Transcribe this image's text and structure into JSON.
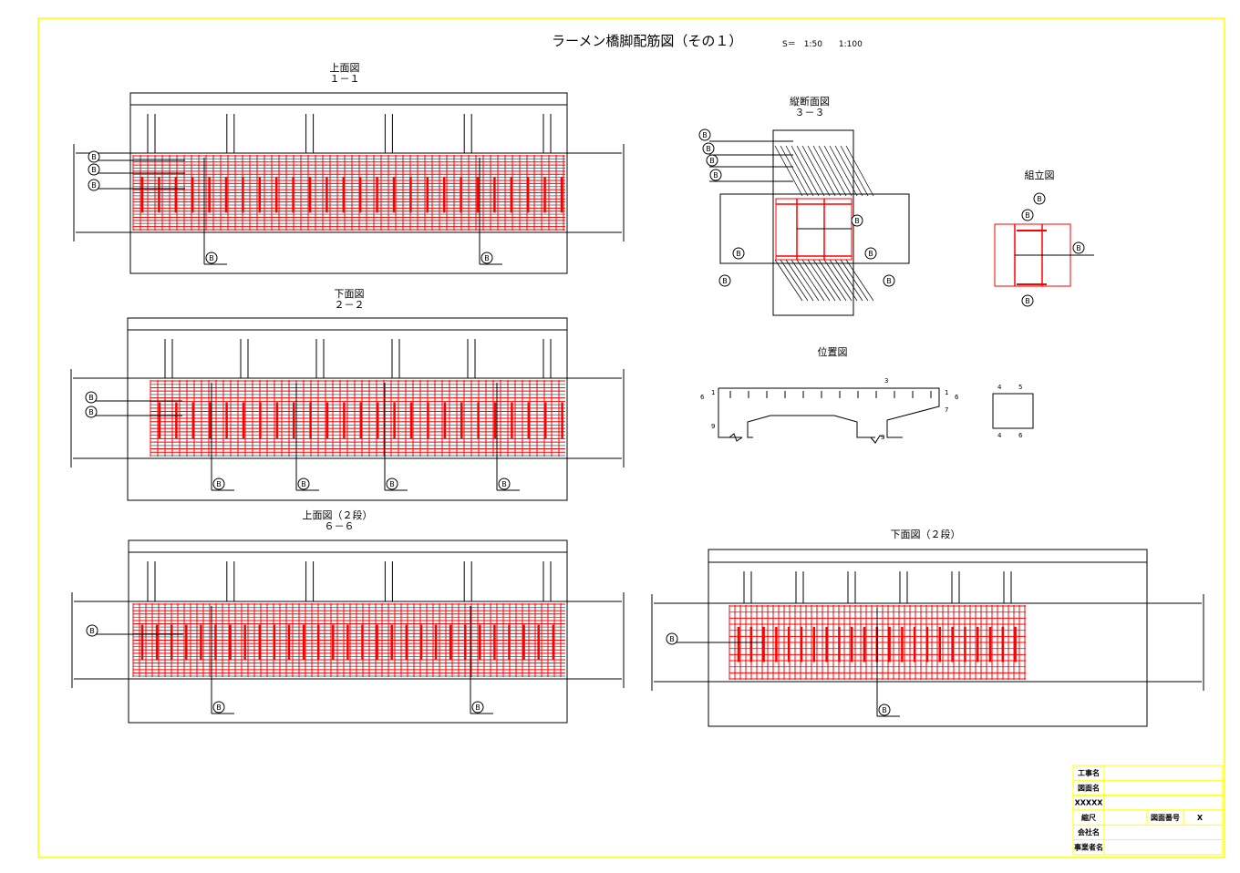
{
  "sheet": {
    "title": "ラーメン橋脚配筋図（その１）",
    "scale_label": "S＝　1:50　　1:100",
    "colors": {
      "border": "#ffff00",
      "rebar": "#ff0000",
      "line": "#000000",
      "secondary": "#4a8a9a"
    }
  },
  "views": {
    "top_1": {
      "title": "上面図",
      "section": "１－１"
    },
    "bottom_2": {
      "title": "下面図",
      "section": "２－２"
    },
    "top_6": {
      "title": "上面図（２段）",
      "section": "６－６"
    },
    "section_3": {
      "title": "縦断面図",
      "section": "３－３"
    },
    "assembly": {
      "title": "組立図"
    },
    "location": {
      "title": "位置図",
      "marks": [
        "1",
        "1",
        "6",
        "6",
        "3",
        "3",
        "7",
        "9",
        "4",
        "5",
        "4",
        "6"
      ]
    },
    "bottom_2b": {
      "title": "下面図（２段）"
    }
  },
  "title_block": {
    "rows": [
      {
        "label": "工事名",
        "value": ""
      },
      {
        "label": "図面名",
        "value": ""
      },
      {
        "label": "XXXXX",
        "value": ""
      },
      {
        "label": "縮尺",
        "value": "",
        "label2": "図面番号",
        "value2": "X"
      },
      {
        "label": "会社名",
        "value": ""
      },
      {
        "label": "事業者名",
        "value": ""
      }
    ]
  }
}
